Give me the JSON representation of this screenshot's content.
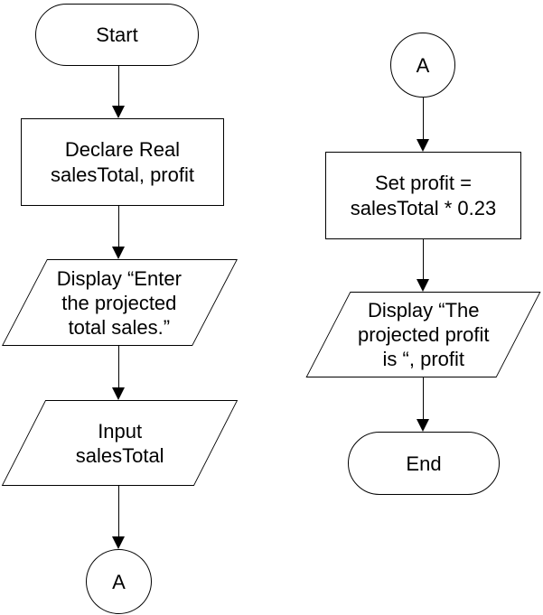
{
  "diagram": {
    "type": "flowchart",
    "background_color": "#ffffff",
    "stroke_color": "#000000",
    "text_color": "#000000",
    "nodes": {
      "start": {
        "shape": "terminator",
        "label": "Start"
      },
      "declare": {
        "shape": "process",
        "label": "Declare Real\nsalesTotal, profit"
      },
      "display_enter": {
        "shape": "input-output",
        "label": "Display “Enter\nthe projected\ntotal sales.”"
      },
      "input_sales": {
        "shape": "input-output",
        "label": "Input\nsalesTotal"
      },
      "connector_a_out": {
        "shape": "connector",
        "label": "A"
      },
      "connector_a_in": {
        "shape": "connector",
        "label": "A"
      },
      "set_profit": {
        "shape": "process",
        "label": "Set profit =\nsalesTotal * 0.23"
      },
      "display_profit": {
        "shape": "input-output",
        "label": "Display “The\nprojected profit\nis “, profit"
      },
      "end": {
        "shape": "terminator",
        "label": "End"
      }
    },
    "edges": [
      {
        "from": "start",
        "to": "declare"
      },
      {
        "from": "declare",
        "to": "display_enter"
      },
      {
        "from": "display_enter",
        "to": "input_sales"
      },
      {
        "from": "input_sales",
        "to": "connector_a_out"
      },
      {
        "from": "connector_a_in",
        "to": "set_profit"
      },
      {
        "from": "set_profit",
        "to": "display_profit"
      },
      {
        "from": "display_profit",
        "to": "end"
      }
    ]
  }
}
